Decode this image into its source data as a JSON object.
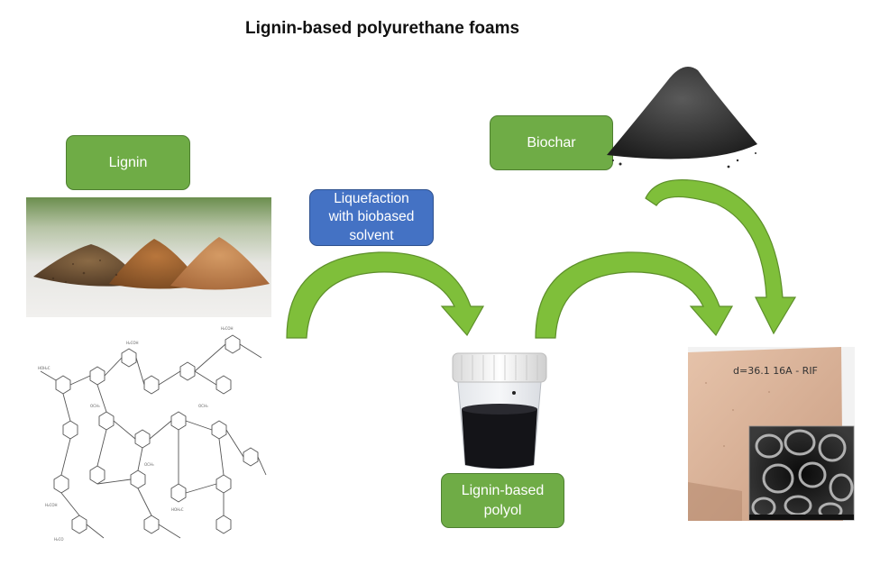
{
  "title": "Lignin-based polyurethane foams",
  "labels": {
    "lignin": "Lignin",
    "biochar": "Biochar",
    "liquefaction": "Liquefaction\nwith biobased\nsolvent",
    "polyol": "Lignin-based\npolyol"
  },
  "foam_block_text": "d=36.1  16A - RIF",
  "colors": {
    "label_green": "#6fac46",
    "label_blue": "#4472c4",
    "arrow_green": "#7fbf3a"
  }
}
